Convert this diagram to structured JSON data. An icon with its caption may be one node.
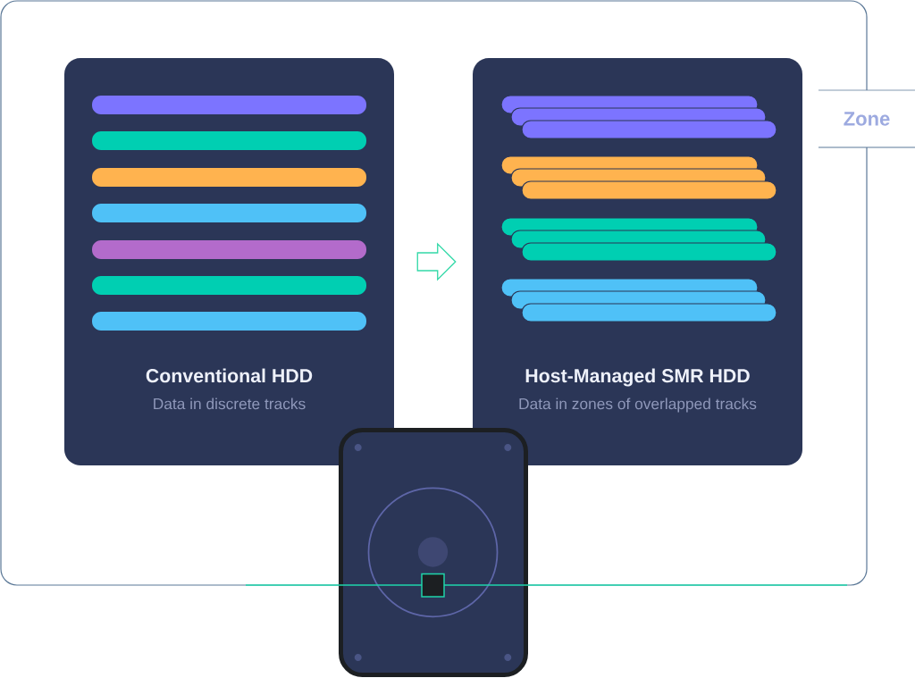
{
  "diagram": {
    "nodes": [
      {
        "text": [
          "Conventional HDD",
          "Data in discrete tracks"
        ]
      },
      {
        "text": [
          "Host-Managed SMR HDD",
          "Data in zones of overlapped tracks"
        ]
      }
    ],
    "edges": [
      {
        "from": 0,
        "to": 1,
        "arrow": "to"
      }
    ],
    "labels": [
      "Zone"
    ]
  }
}
